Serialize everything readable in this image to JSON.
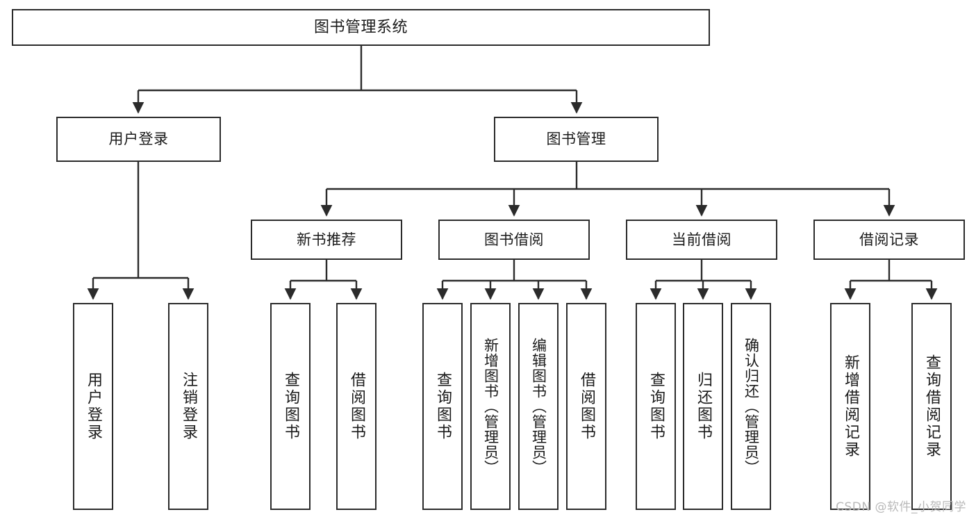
{
  "diagram": {
    "title": "图书管理系统",
    "type": "tree-hierarchy",
    "levels": {
      "root": {
        "label": "图书管理系统"
      },
      "level2": [
        {
          "id": "user-login",
          "label": "用户登录"
        },
        {
          "id": "book-management",
          "label": "图书管理"
        }
      ],
      "level3": [
        {
          "id": "new-book-recommend",
          "label": "新书推荐",
          "parent": "book-management"
        },
        {
          "id": "book-borrow",
          "label": "图书借阅",
          "parent": "book-management"
        },
        {
          "id": "current-borrow",
          "label": "当前借阅",
          "parent": "book-management"
        },
        {
          "id": "borrow-record",
          "label": "借阅记录",
          "parent": "book-management"
        }
      ],
      "leaves": [
        {
          "id": "leaf-user-login",
          "label": "用户登录",
          "parent": "user-login"
        },
        {
          "id": "leaf-logout-login",
          "label": "注销登录",
          "parent": "user-login"
        },
        {
          "id": "leaf-query-book-1",
          "label": "查询图书",
          "parent": "new-book-recommend"
        },
        {
          "id": "leaf-borrow-book-1",
          "label": "借阅图书",
          "parent": "new-book-recommend"
        },
        {
          "id": "leaf-query-book-2",
          "label": "查询图书",
          "parent": "book-borrow"
        },
        {
          "id": "leaf-add-book",
          "label": "新增图书（管理员）",
          "parent": "book-borrow"
        },
        {
          "id": "leaf-edit-book",
          "label": "编辑图书（管理员）",
          "parent": "book-borrow"
        },
        {
          "id": "leaf-borrow-book-2",
          "label": "借阅图书",
          "parent": "book-borrow"
        },
        {
          "id": "leaf-query-book-3",
          "label": "查询图书",
          "parent": "current-borrow"
        },
        {
          "id": "leaf-return-book",
          "label": "归还图书",
          "parent": "current-borrow"
        },
        {
          "id": "leaf-confirm-return",
          "label": "确认归还（管理员）",
          "parent": "current-borrow"
        },
        {
          "id": "leaf-add-record",
          "label": "新增借阅记录",
          "parent": "borrow-record"
        },
        {
          "id": "leaf-query-record",
          "label": "查询借阅记录",
          "parent": "borrow-record"
        }
      ]
    },
    "watermark": "CSDN @软件_小贺同学",
    "colors": {
      "stroke": "#2b2b2b",
      "fill": "#ffffff",
      "text": "#1a1a1a",
      "watermark": "#b9b9b9"
    }
  }
}
